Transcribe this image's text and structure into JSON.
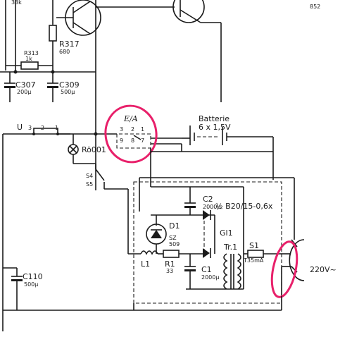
{
  "colors": {
    "ink": "#1a1a1a",
    "highlight": "#e8206a",
    "paper": "#ffffff"
  },
  "page_number": "852",
  "labels": {
    "top_left": "33k",
    "r317": "R317",
    "r317_val": "680",
    "r313": "R313",
    "r313_val": "1k",
    "c307": "C307",
    "c307_val": "200µ",
    "c309": "C309",
    "c309_val": "500µ",
    "switch_u": "U",
    "switch_u3": "3",
    "switch_u2": "2",
    "switch_u1": "1",
    "ea": "E/A",
    "ea_3": "3",
    "ea_2": "2",
    "ea_1": "1",
    "ea_9": "9",
    "ea_8": "8",
    "ea_7": "7",
    "battery": "Batterie",
    "battery_val": "6 x 1,5V",
    "ro001": "Rö001",
    "s4": "S4",
    "s5": "S5",
    "c2": "C2",
    "c2_val": "2000µ",
    "b20": "½ B20/15-0,6x",
    "gl1": "Gl1",
    "d1": "D1",
    "sz": "SZ",
    "sz_val": "509",
    "tr1": "Tr.1",
    "s1": "S1",
    "t35": "T35mA",
    "l1": "L1",
    "r1": "R1",
    "r1_val": "33",
    "c1": "C1",
    "c1_val": "2000µ",
    "mains": "220V~",
    "c110": "C110",
    "c110_val": "500µ"
  }
}
